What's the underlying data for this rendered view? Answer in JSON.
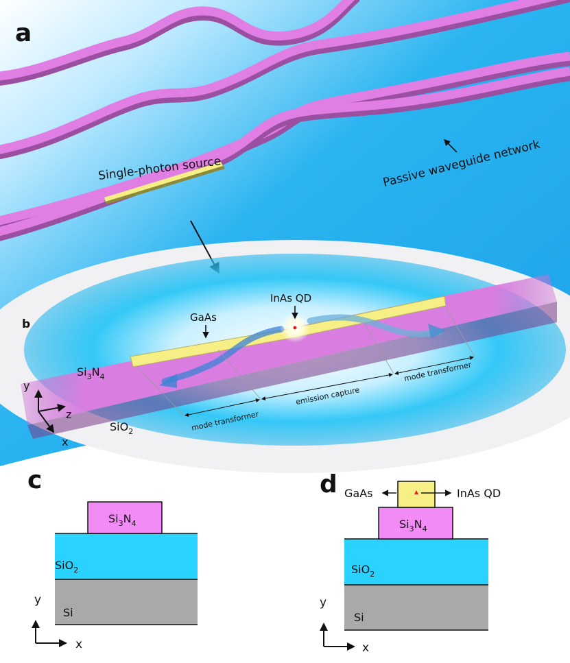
{
  "panels": {
    "a": "a",
    "b": "b",
    "c": "c",
    "d": "d"
  },
  "panel_a": {
    "source_label": "Single-photon source",
    "network_label": "Passive waveguide network"
  },
  "panel_b": {
    "qd_label": "InAs QD",
    "gaas_label": "GaAs",
    "si3n4": {
      "base": "Si",
      "sub1": "3",
      "mid": "N",
      "sub2": "4"
    },
    "sio2": {
      "base": "SiO",
      "sub": "2"
    },
    "sections": {
      "left": "mode transformer",
      "center": "emission capture",
      "right": "mode transformer"
    },
    "axes": {
      "y": "y",
      "z": "z",
      "x": "x"
    }
  },
  "panel_c": {
    "si3n4": {
      "base": "Si",
      "sub1": "3",
      "mid": "N",
      "sub2": "4"
    },
    "sio2": {
      "base": "SiO",
      "sub": "2"
    },
    "si": "Si",
    "axes": {
      "y": "y",
      "x": "x"
    }
  },
  "panel_d": {
    "gaas_label": "GaAs",
    "qd_label": "InAs QD",
    "si3n4": {
      "base": "Si",
      "sub1": "3",
      "mid": "N",
      "sub2": "4"
    },
    "sio2": {
      "base": "SiO",
      "sub": "2"
    },
    "si": "Si",
    "axes": {
      "y": "y",
      "x": "x"
    }
  },
  "colors": {
    "waveguide": "#e07ee4",
    "waveguide_side": "#9a4fa0",
    "cladding": "#2ad2ff",
    "substrate": "#a9a9a9",
    "gaas": "#f5ef86",
    "qd": "#e0201a"
  }
}
